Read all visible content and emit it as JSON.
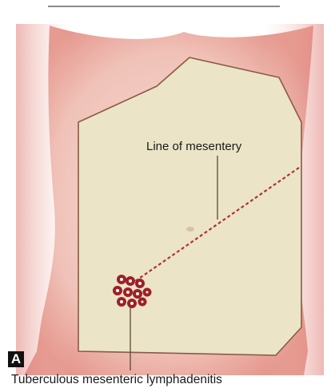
{
  "panel_letter": "A",
  "labels": {
    "line_of_mesentery": "Line of mesentery",
    "tuberculous_lymphadenitis": "Tuberculous mesenteric lymphadenitis"
  },
  "colors": {
    "skin": "#f2c6bd",
    "skin_shadow": "#e7938a",
    "abdomen_panel": "#ebe4c6",
    "outline": "#8a5a45",
    "mesentery_line": "#b0303a",
    "lymph_nodes": "#9e1f28"
  }
}
